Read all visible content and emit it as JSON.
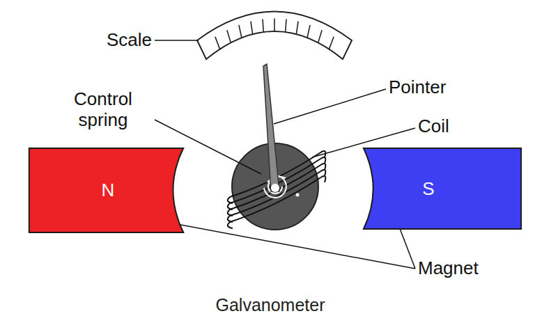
{
  "diagram": {
    "caption": "Galvanometer",
    "nodes": [
      {
        "text": [
          "N"
        ]
      },
      {
        "text": [
          "S"
        ]
      }
    ],
    "labels": [
      "Scale",
      "Control spring",
      "Pointer",
      "Coil",
      "Magnet"
    ]
  }
}
